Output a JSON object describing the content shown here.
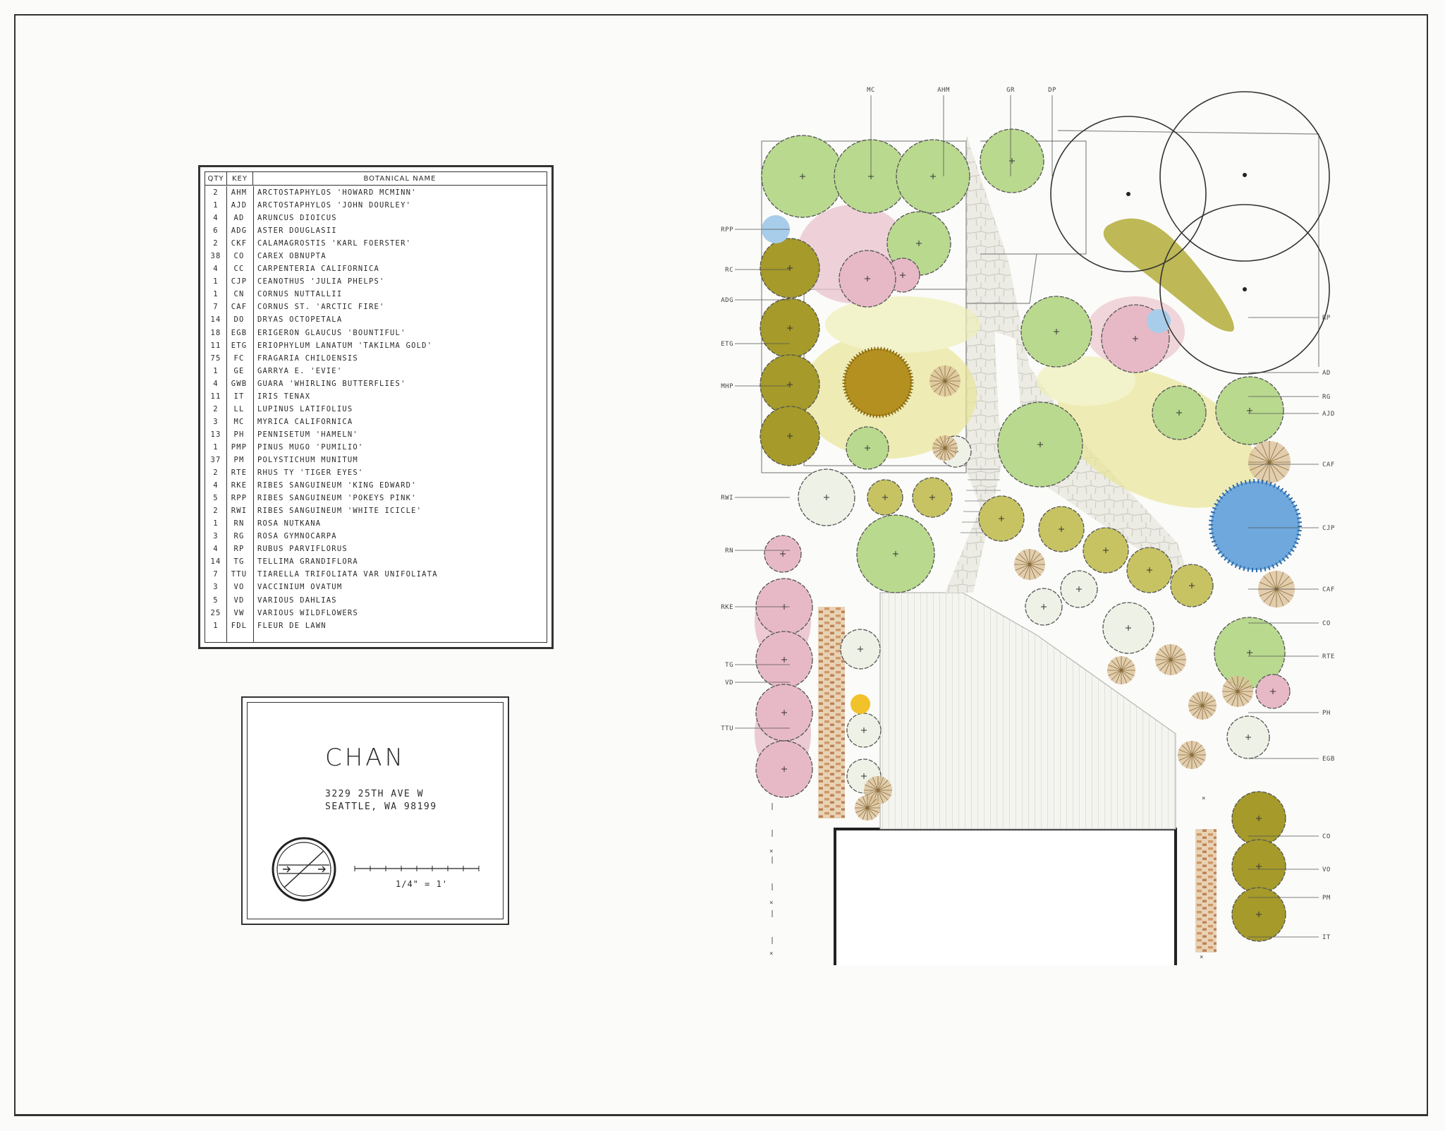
{
  "schedule": {
    "headers": {
      "qty": "QTY",
      "key": "KEY",
      "name": "BOTANICAL NAME"
    },
    "rows": [
      {
        "qty": "2",
        "key": "AHM",
        "name": "ARCTOSTAPHYLOS 'HOWARD MCMINN'"
      },
      {
        "qty": "1",
        "key": "AJD",
        "name": "ARCTOSTAPHYLOS 'JOHN DOURLEY'"
      },
      {
        "qty": "4",
        "key": "AD",
        "name": "ARUNCUS DIOICUS"
      },
      {
        "qty": "6",
        "key": "ADG",
        "name": "ASTER DOUGLASII"
      },
      {
        "qty": "2",
        "key": "CKF",
        "name": "CALAMAGROSTIS 'KARL FOERSTER'"
      },
      {
        "qty": "38",
        "key": "CO",
        "name": "CAREX OBNUPTA"
      },
      {
        "qty": "4",
        "key": "CC",
        "name": "CARPENTERIA CALIFORNICA"
      },
      {
        "qty": "1",
        "key": "CJP",
        "name": "CEANOTHUS 'JULIA PHELPS'"
      },
      {
        "qty": "1",
        "key": "CN",
        "name": "CORNUS NUTTALLII"
      },
      {
        "qty": "7",
        "key": "CAF",
        "name": "CORNUS ST. 'ARCTIC FIRE'"
      },
      {
        "qty": "14",
        "key": "DO",
        "name": "DRYAS OCTOPETALA"
      },
      {
        "qty": "18",
        "key": "EGB",
        "name": "ERIGERON GLAUCUS 'BOUNTIFUL'"
      },
      {
        "qty": "11",
        "key": "ETG",
        "name": "ERIOPHYLUM LANATUM 'TAKILMA GOLD'"
      },
      {
        "qty": "75",
        "key": "FC",
        "name": "FRAGARIA CHILOENSIS"
      },
      {
        "qty": "1",
        "key": "GE",
        "name": "GARRYA E. 'EVIE'"
      },
      {
        "qty": "4",
        "key": "GWB",
        "name": "GUARA 'WHIRLING BUTTERFLIES'"
      },
      {
        "qty": "11",
        "key": "IT",
        "name": "IRIS TENAX"
      },
      {
        "qty": "2",
        "key": "LL",
        "name": "LUPINUS LATIFOLIUS"
      },
      {
        "qty": "3",
        "key": "MC",
        "name": "MYRICA CALIFORNICA"
      },
      {
        "qty": "13",
        "key": "PH",
        "name": "PENNISETUM 'HAMELN'"
      },
      {
        "qty": "1",
        "key": "PMP",
        "name": "PINUS MUGO 'PUMILIO'"
      },
      {
        "qty": "37",
        "key": "PM",
        "name": "POLYSTICHUM MUNITUM"
      },
      {
        "qty": "2",
        "key": "RTE",
        "name": "RHUS TY 'TIGER EYES'"
      },
      {
        "qty": "4",
        "key": "RKE",
        "name": "RIBES SANGUINEUM 'KING EDWARD'"
      },
      {
        "qty": "5",
        "key": "RPP",
        "name": "RIBES SANGUINEUM 'POKEYS PINK'"
      },
      {
        "qty": "2",
        "key": "RWI",
        "name": "RIBES SANGUINEUM 'WHITE ICICLE'"
      },
      {
        "qty": "1",
        "key": "RN",
        "name": "ROSA NUTKANA"
      },
      {
        "qty": "3",
        "key": "RG",
        "name": "ROSA GYMNOCARPA"
      },
      {
        "qty": "4",
        "key": "RP",
        "name": "RUBUS PARVIFLORUS"
      },
      {
        "qty": "14",
        "key": "TG",
        "name": "TELLIMA GRANDIFLORA"
      },
      {
        "qty": "7",
        "key": "TTU",
        "name": "TIARELLA TRIFOLIATA VAR UNIFOLIATA"
      },
      {
        "qty": "3",
        "key": "VO",
        "name": "VACCINIUM OVATUM"
      },
      {
        "qty": "5",
        "key": "VD",
        "name": "VARIOUS DAHLIAS"
      },
      {
        "qty": "25",
        "key": "VW",
        "name": "VARIOUS WILDFLOWERS"
      },
      {
        "qty": "1",
        "key": "FDL",
        "name": "FLEUR DE LAWN"
      }
    ]
  },
  "titleblock": {
    "client": "CHAN",
    "address_line1": "3229 25TH AVE W",
    "address_line2": "SEATTLE, WA 98199",
    "scale": "1/4\" = 1'"
  },
  "plan": {
    "left_labels": [
      "RPP",
      "RC",
      "ADG",
      "ETG",
      "MHP",
      "RWI",
      "RN",
      "RKE",
      "TG",
      "VD",
      "TTU"
    ],
    "right_labels": [
      "RP",
      "AD",
      "RG",
      "AJD",
      "CAF",
      "CJP",
      "CAF",
      "CO",
      "RTE",
      "PH",
      "EGB",
      "CO",
      "VO",
      "PM",
      "IT"
    ],
    "top_labels": [
      "MC",
      "AHM",
      "GR",
      "DP"
    ],
    "colors": {
      "green": "#b9d98e",
      "olive": "#a59a2a",
      "pink": "#e7b9c6",
      "blue": "#6ea8dd",
      "yellow": "#e9e597",
      "tan": "#dcc39b",
      "brick": "#c98a55",
      "magenta": "#d98eb6"
    }
  }
}
